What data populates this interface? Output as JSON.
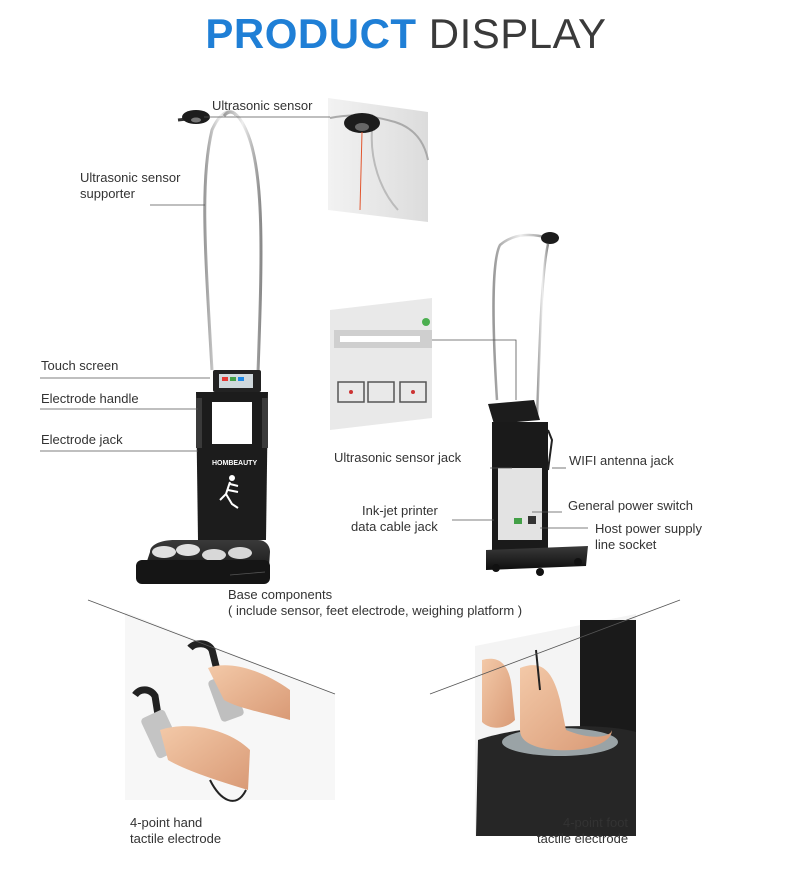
{
  "title": {
    "part1": "PRODUCT",
    "part2": "DISPLAY"
  },
  "labels": {
    "ultrasonic_sensor": "Ultrasonic sensor",
    "ultrasonic_sensor_supporter_1": "Ultrasonic sensor",
    "ultrasonic_sensor_supporter_2": "supporter",
    "touch_screen": "Touch screen",
    "electrode_handle": "Electrode handle",
    "electrode_jack": "Electrode jack",
    "base_components_1": "Base components",
    "base_components_2": "( include sensor, feet electrode, weighing platform )",
    "ultrasonic_sensor_jack": "Ultrasonic sensor jack",
    "wifi_antenna_jack": "WIFI antenna jack",
    "inkjet_printer_1": "Ink-jet printer",
    "inkjet_printer_2": "data cable jack",
    "general_power_switch": "General power switch",
    "host_power_1": "Host power supply",
    "host_power_2": "line socket",
    "hand_electrode_1": "4-point hand",
    "hand_electrode_2": "tactile electrode",
    "foot_electrode_1": "4-point foot",
    "foot_electrode_2": "tactile electrode"
  },
  "brand_text": "HOMBEAUTY",
  "colors": {
    "accent": "#1f7fd6",
    "title_dark": "#3a3a3a",
    "label": "#333333",
    "device": "#1c1c1c",
    "leader": "#555555"
  }
}
